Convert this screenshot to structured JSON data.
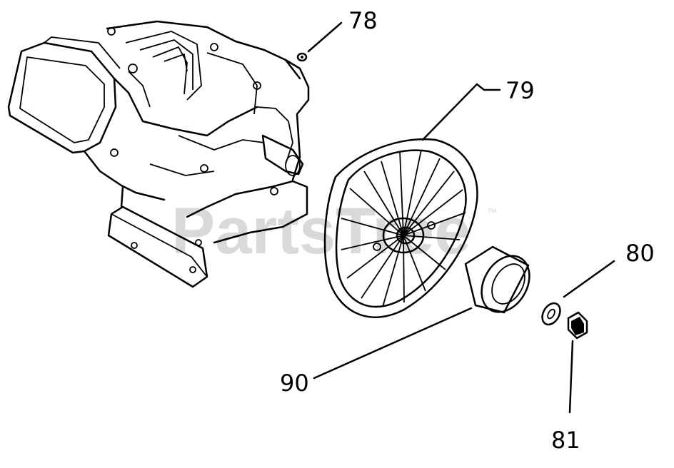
{
  "watermark": {
    "text": "PartsTree",
    "trademark": "™"
  },
  "callouts": [
    {
      "id": "78",
      "label": "78"
    },
    {
      "id": "79",
      "label": "79"
    },
    {
      "id": "80",
      "label": "80"
    },
    {
      "id": "81",
      "label": "81"
    },
    {
      "id": "90",
      "label": "90"
    }
  ],
  "colors": {
    "ink": "#000000",
    "watermark": "#d9d9d9",
    "background": "#ffffff"
  }
}
